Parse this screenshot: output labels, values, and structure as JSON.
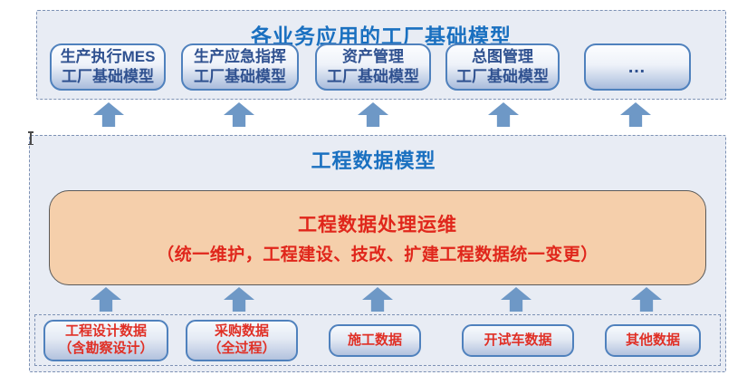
{
  "diagram": {
    "top_section": {
      "title": "各业务应用的工厂基础模型",
      "boxes": [
        {
          "line1": "生产执行MES",
          "line2": "工厂基础模型"
        },
        {
          "line1": "生产应急指挥",
          "line2": "工厂基础模型"
        },
        {
          "line1": "资产管理",
          "line2": "工厂基础模型"
        },
        {
          "line1": "总图管理",
          "line2": "工厂基础模型"
        },
        {
          "line1": "…",
          "line2": ""
        }
      ]
    },
    "middle_section": {
      "title": "工程数据模型",
      "process_box": {
        "title": "工程数据处理运维",
        "subtitle": "（统一维护，工程建设、技改、扩建工程数据统一变更）"
      }
    },
    "bottom_section": {
      "boxes": [
        {
          "line1": "工程设计数据",
          "line2": "（含勘察设计）"
        },
        {
          "line1": "采购数据",
          "line2": "（全过程）"
        },
        {
          "line1": "施工数据",
          "line2": ""
        },
        {
          "line1": "开试车数据",
          "line2": ""
        },
        {
          "line1": "其他数据",
          "line2": ""
        }
      ]
    },
    "colors": {
      "panel_background": "#e8ecf4",
      "panel_dashed_border": "#7d91b4",
      "section_title_blue": "#1a70c0",
      "node_border_blue": "#4f81bd",
      "node_text_blue": "#2f5190",
      "arrow_blue": "#6e98c6",
      "process_box_fill": "#f5cfab",
      "process_text_red": "#e0261b",
      "data_text_red": "#e03026"
    }
  }
}
